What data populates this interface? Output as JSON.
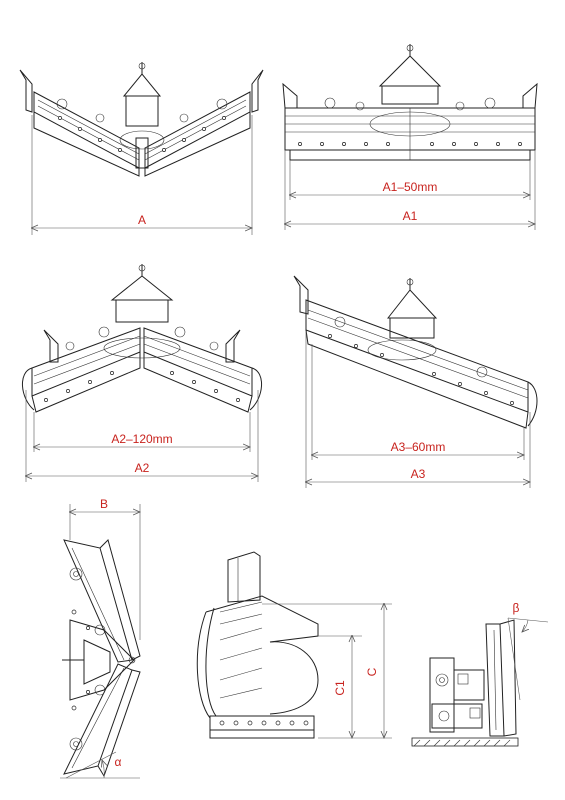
{
  "labels": {
    "a": "A",
    "a1_50": "A1–50mm",
    "a1": "A1",
    "a2_120": "A2–120mm",
    "a2": "A2",
    "a3_60": "A3–60mm",
    "a3": "A3",
    "b": "B",
    "alpha": "α",
    "c1": "C1",
    "c": "C",
    "beta": "β"
  },
  "colors": {
    "label": "#c8231e",
    "line": "#222222"
  }
}
